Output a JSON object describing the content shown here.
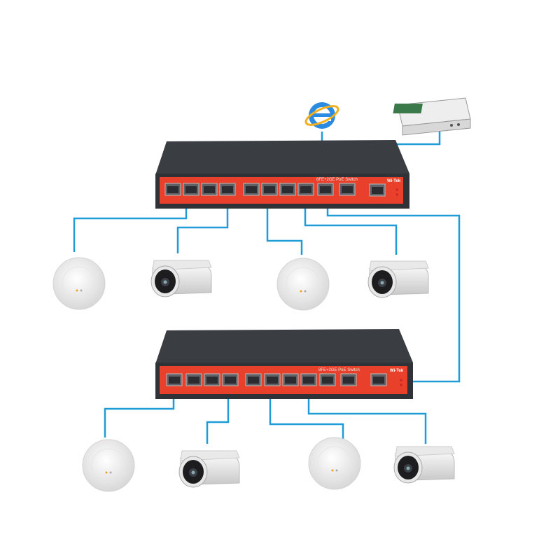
{
  "switches": [
    {
      "model_label": "8FE+2GE PoE Switch",
      "brand": "Wi-Tek"
    },
    {
      "model_label": "8FE+2GE PoE Switch",
      "brand": "Wi-Tek"
    }
  ],
  "colors": {
    "cable": "#1f9bd8",
    "switch_front": "#e8402a",
    "switch_body": "#3a3d42"
  },
  "icons": [
    "internet-explorer-icon",
    "nvr-recorder-icon",
    "wireless-access-point-icon",
    "bullet-camera-icon"
  ]
}
